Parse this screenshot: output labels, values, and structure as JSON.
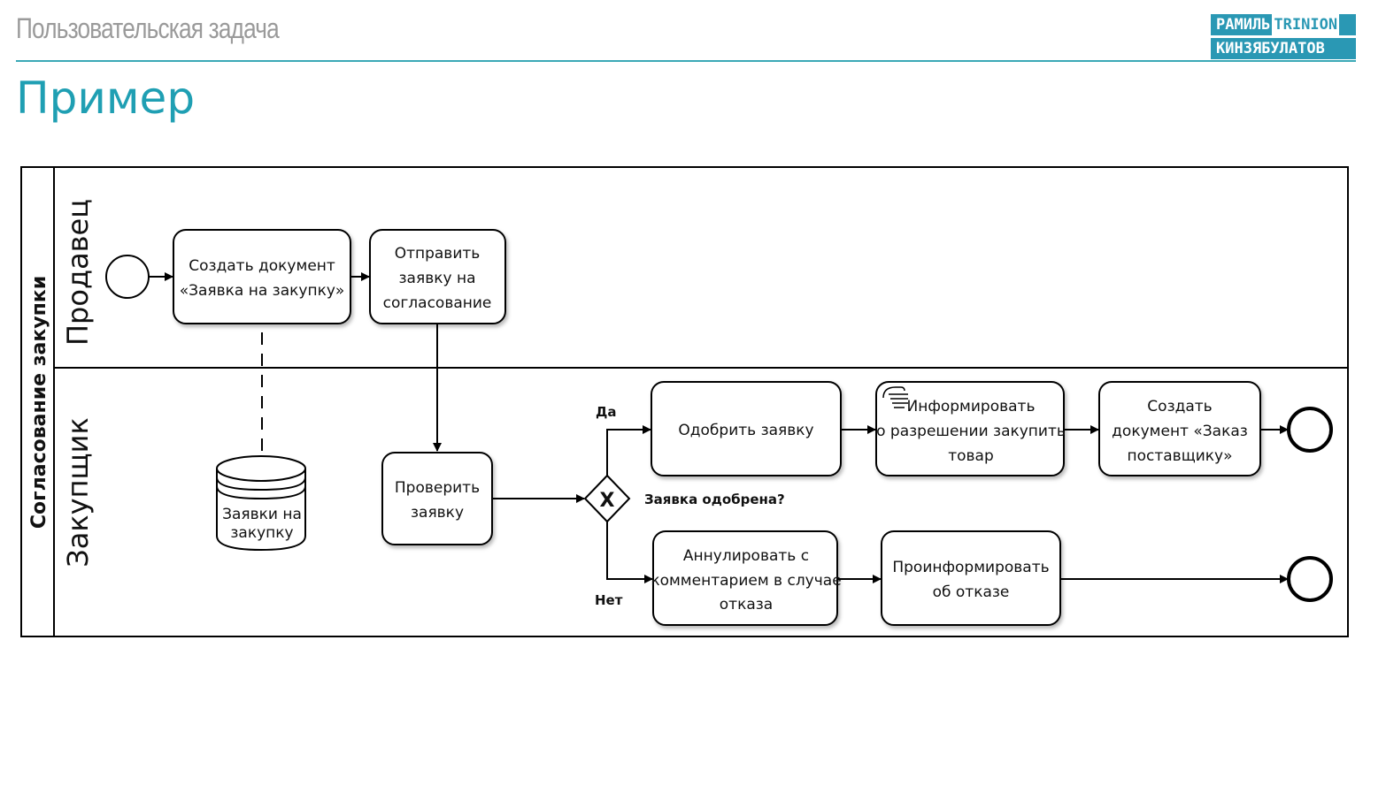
{
  "header": {
    "subtitle": "Пользовательская задача",
    "title": "Пример",
    "logo_line1_a": "РАМИЛЬ",
    "logo_line1_b": "TRINION",
    "logo_line2": "КИНЗЯБУЛАТОВ",
    "accent_color": "#1f9fb3"
  },
  "pool": {
    "name": "Согласование закупки",
    "lanes": [
      "Продавец",
      "Закупщик"
    ]
  },
  "tasks": {
    "create_request": [
      "Создать документ",
      "«Заявка на закупку»"
    ],
    "send_approval": [
      "Отправить",
      "заявку на",
      "согласование"
    ],
    "check_request": [
      "Проверить",
      "заявку"
    ],
    "approve": [
      "Одобрить заявку"
    ],
    "inform": [
      "Информировать",
      "о разрешении закупить",
      "товар"
    ],
    "create_order": [
      "Создать",
      "документ «Заказ",
      "поставщику»"
    ],
    "cancel": [
      "Аннулировать с",
      "комментарием в случае",
      "отказа"
    ],
    "notify_reject": [
      "Проинформировать",
      "об отказе"
    ]
  },
  "data_store": [
    "Заявки на",
    "закупку"
  ],
  "gateway": {
    "symbol": "X",
    "question": "Заявка одобрена?",
    "yes": "Да",
    "no": "Нет"
  }
}
